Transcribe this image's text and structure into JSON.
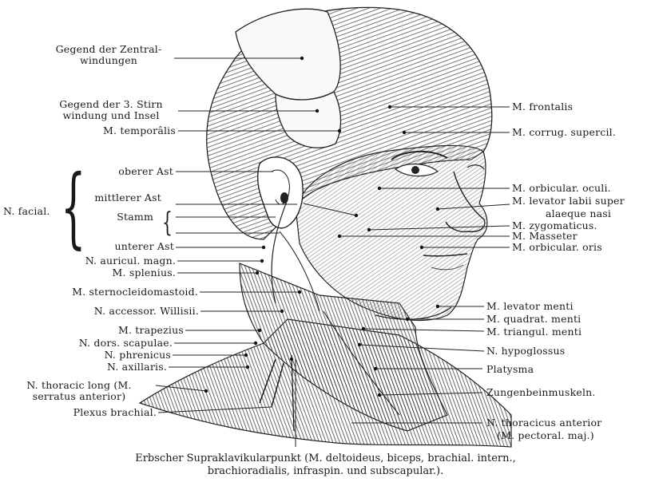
{
  "labels_left": {
    "zentral": "Gegend der Zentral-",
    "zentral_2": "windungen",
    "stirn": "Gegend der 3. Stirn",
    "stirn_2": "windung und Insel",
    "temporalis": "M. temporâlis",
    "oberer": "oberer Ast",
    "facial": "N. facial.",
    "mittlerer": "mittlerer Ast",
    "stamm": "Stamm",
    "unterer": "unterer Ast",
    "auricul": "N. auricul. magn.",
    "splenius": "M. splenius.",
    "sterno": "M. sternocleidomastoid.",
    "accessor": "N. accessor. Willisii.",
    "trapezius": "M. trapezius",
    "dors": "N. dors. scapulae.",
    "phrenicus": "N. phrenicus",
    "axillaris": "N. axillaris.",
    "thoracic": "N. thoracic long (M.",
    "thoracic_2": "serratus anterior)",
    "plexus": "Plexus brachial."
  },
  "labels_right": {
    "frontalis": "M. frontalis",
    "corrug": "M. corrug. supercil.",
    "orbic_oculi": "M. orbicular. oculi.",
    "levator_labii": "M. levator labii super",
    "alaeque": "alaeque nasi",
    "zygomaticus": "M. zygomaticus.",
    "masseter": "M. Masseter",
    "orbic_oris": "M. orbicular. oris",
    "levator_menti": "M. levator menti",
    "quadrat": "M. quadrat. menti",
    "triangul": "M. triangul. menti",
    "hypoglossus": "N. hypoglossus",
    "platysma": "Platysma",
    "zungenbein": "Zungenbeinmuskeln.",
    "thoracicus": "N. thoracicus anterior",
    "pectoral": "(M. pectoral. maj.)"
  },
  "caption": {
    "line1": "Erbscher Supraklavikularpunkt (M. deltoideus, biceps, brachial. intern.,",
    "line2": "brachioradialis, infraspin. und subscapular.)."
  }
}
